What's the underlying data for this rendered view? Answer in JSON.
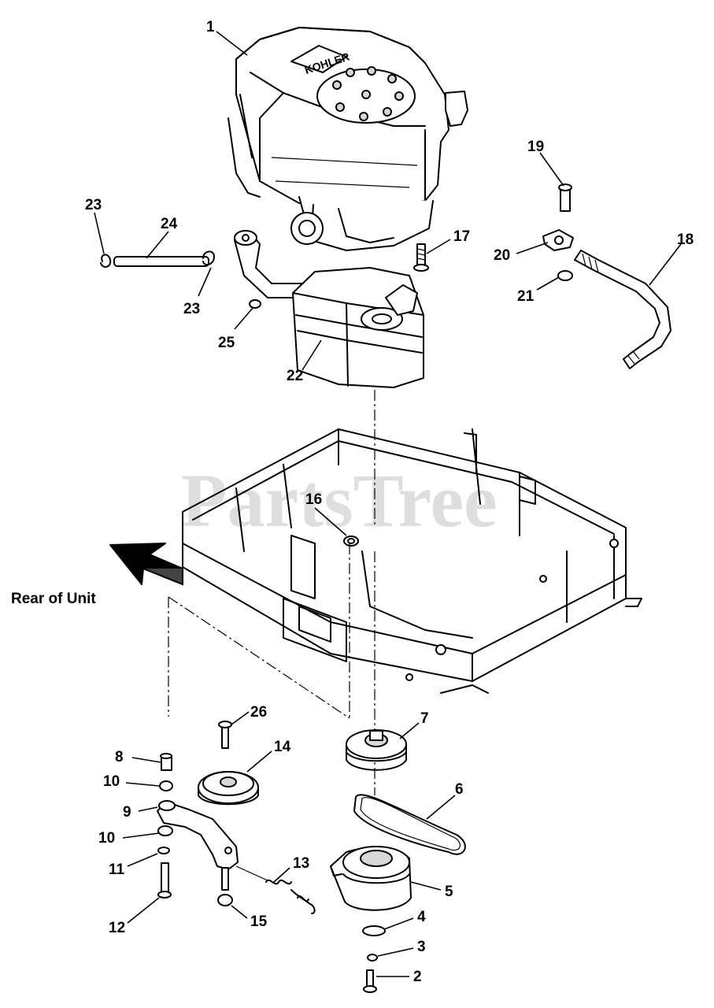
{
  "watermark": "PartsTree",
  "rear_label": "Rear of Unit",
  "engine_brand": "KOHLER",
  "callouts": {
    "c1": "1",
    "c2": "2",
    "c3": "3",
    "c4": "4",
    "c5": "5",
    "c6": "6",
    "c7": "7",
    "c8": "8",
    "c9": "9",
    "c10a": "10",
    "c10b": "10",
    "c11": "11",
    "c12": "12",
    "c13": "13",
    "c14": "14",
    "c15": "15",
    "c16": "16",
    "c17": "17",
    "c18": "18",
    "c19": "19",
    "c20": "20",
    "c21": "21",
    "c22": "22",
    "c23a": "23",
    "c23b": "23",
    "c24": "24",
    "c25": "25",
    "c26": "26"
  }
}
